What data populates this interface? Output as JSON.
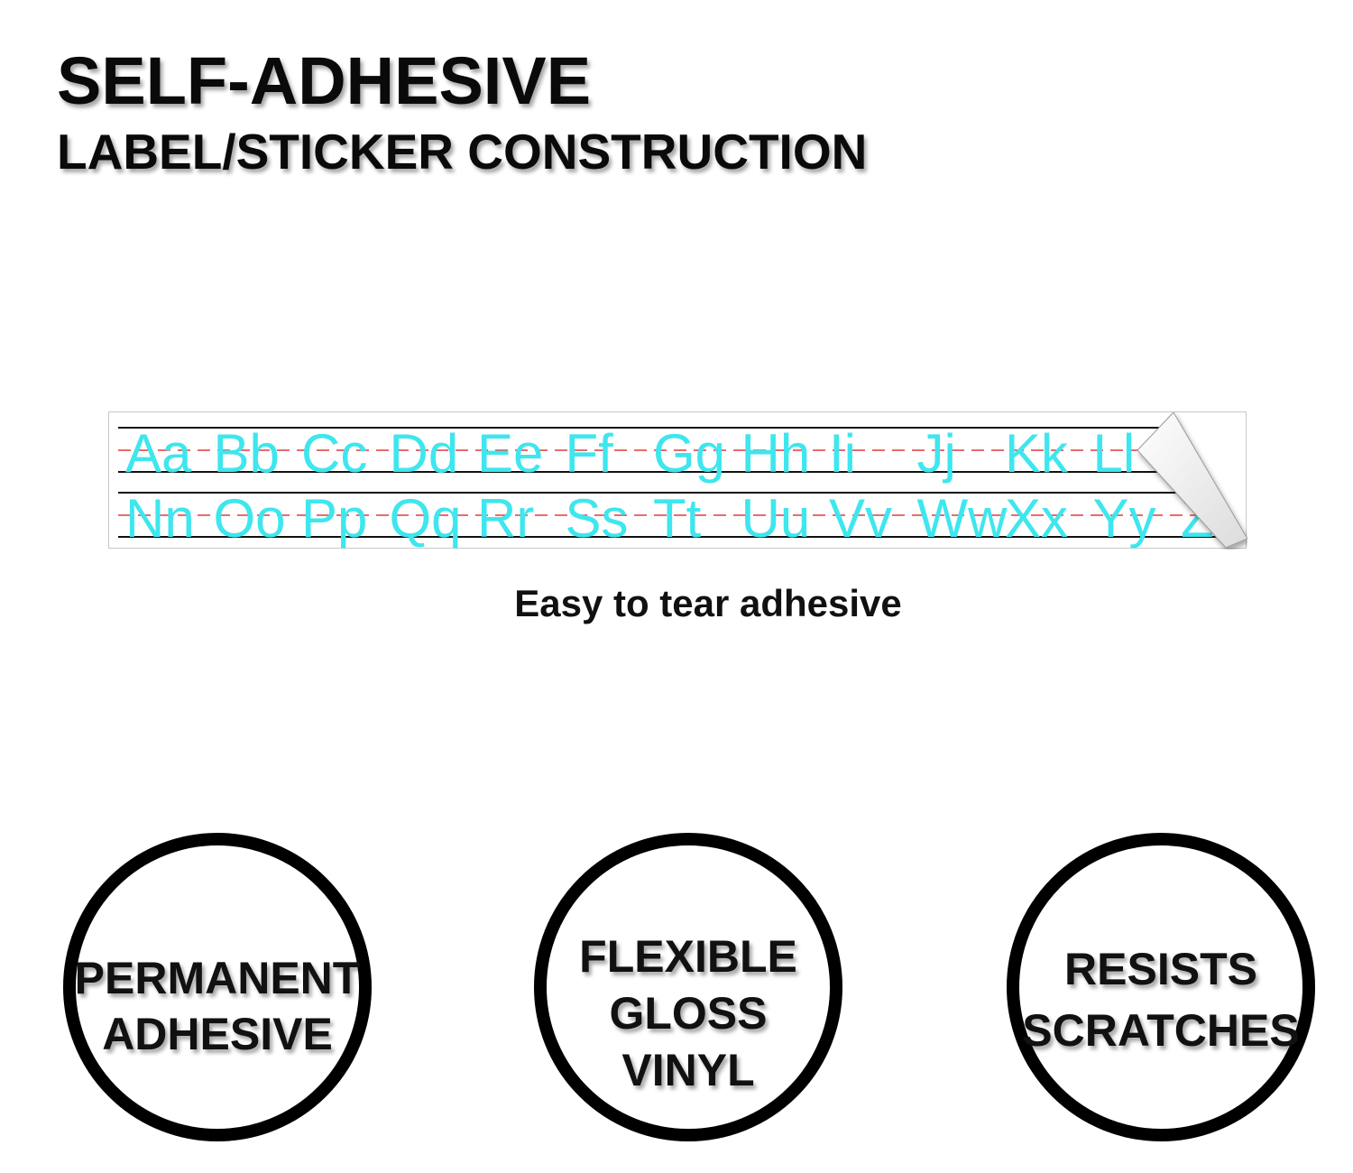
{
  "header": {
    "title": "SELF-ADHESIVE",
    "subtitle": "LABEL/STICKER CONSTRUCTION"
  },
  "label_strip": {
    "row1": [
      "Aa",
      "Bb",
      "Cc",
      "Dd",
      "Ee",
      "Ff",
      "Gg",
      "Hh",
      "Ii",
      "Jj",
      "Kk",
      "Ll"
    ],
    "row2": [
      "Nn",
      "Oo",
      "Pp",
      "Qq",
      "Rr",
      "Ss",
      "Tt",
      "Uu",
      "Vv",
      "Ww",
      "Xx",
      "Yy",
      "Zz"
    ],
    "letter_color": "#3ee6ee",
    "dash_color": "#e23b3b",
    "rule_color": "#111111"
  },
  "caption": "Easy to tear adhesive",
  "badges": {
    "permanent": [
      "PERMANENT",
      "ADHESIVE"
    ],
    "flexible": [
      "FLEXIBLE",
      "GLOSS",
      "VINYL"
    ],
    "resists": [
      "RESISTS",
      "SCRATCHES"
    ]
  }
}
